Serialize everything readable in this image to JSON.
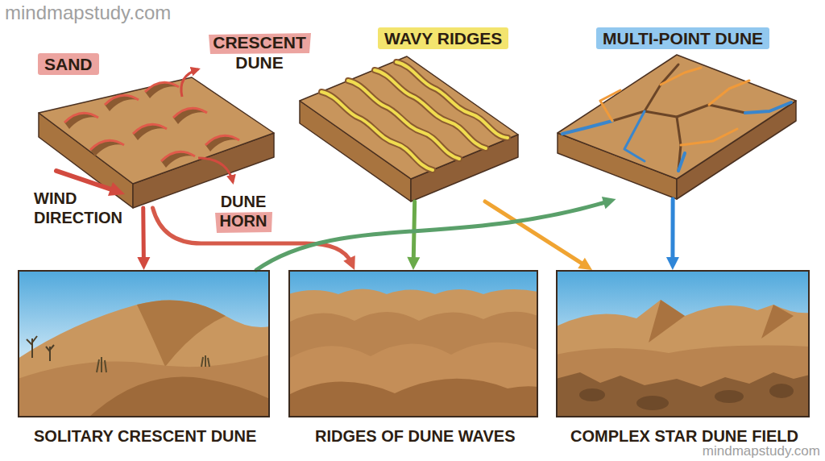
{
  "diagram": {
    "nodes": [
      {
        "text": [
          "SAND"
        ]
      },
      {
        "text": [
          "WAVY RIDGES"
        ]
      },
      {
        "text": [
          "MULTI-POINT DUNE"
        ]
      },
      {
        "text": [
          "SOLITARY CRESCENT DUNE"
        ]
      },
      {
        "text": [
          "RIDGES OF DUNE WAVES"
        ]
      },
      {
        "text": [
          "COMPLEX STAR DUNE FIELD"
        ]
      }
    ],
    "edges": [
      {
        "from": 0,
        "to": 3,
        "arrow": "to"
      },
      {
        "from": 0,
        "to": 4,
        "arrow": "to"
      },
      {
        "from": 1,
        "to": 4,
        "arrow": "to"
      },
      {
        "from": 1,
        "to": 5,
        "arrow": "to"
      },
      {
        "from": 3,
        "to": 2,
        "arrow": "to"
      },
      {
        "from": 2,
        "to": 5,
        "arrow": "to"
      }
    ],
    "labels": [
      "mindmapstudy.com",
      "CRESCENT DUNE",
      "WIND DIRECTION",
      "DUNE HORN",
      "mindmapstudy.com"
    ]
  }
}
